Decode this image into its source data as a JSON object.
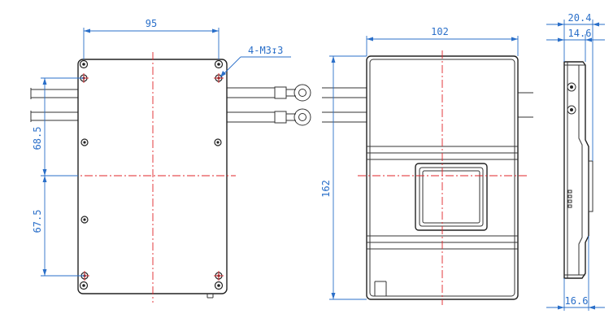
{
  "dimensions": {
    "front_width": "95",
    "top_segment": "68.5",
    "bottom_segment": "67.5",
    "screw_note": "4-M3↧3",
    "body_width": "102",
    "body_height": "162",
    "side_total": "20.4",
    "side_body": "14.6",
    "side_bottom": "16.6"
  },
  "colors": {
    "outline": "#222222",
    "dimension": "#2a6fc9",
    "centerline": "#e0242a"
  }
}
